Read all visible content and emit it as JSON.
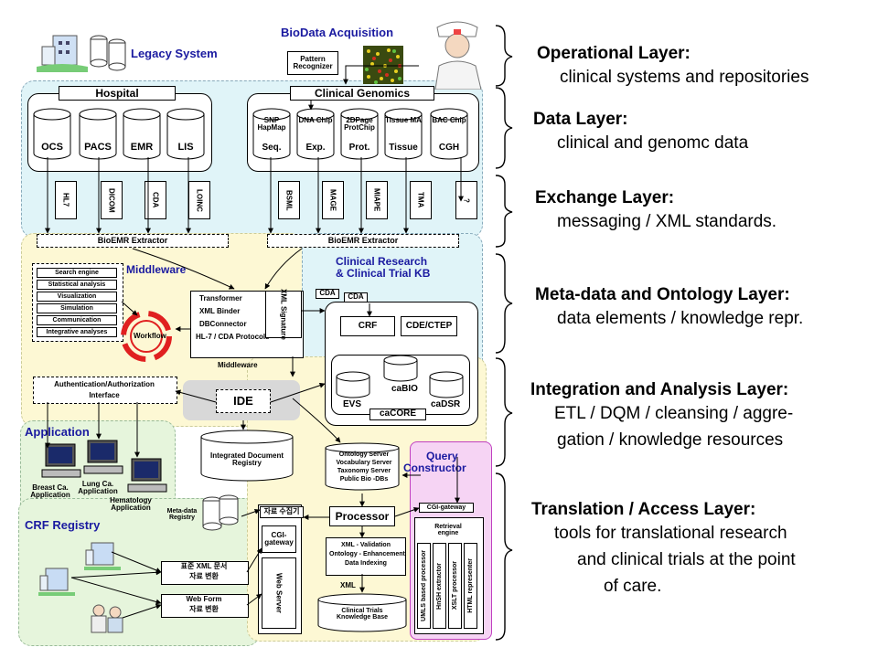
{
  "top": {
    "legacy_system": "Legacy System",
    "biodata_acquisition": "BioData Acquisition",
    "pattern_recognizer": "Pattern Recognizer"
  },
  "hospital": {
    "title": "Hospital",
    "dbs": [
      "OCS",
      "PACS",
      "EMR",
      "LIS"
    ]
  },
  "genomics": {
    "title": "Clinical  Genomics",
    "dbs": [
      {
        "top": "SNP HapMap",
        "bottom": "Seq."
      },
      {
        "top": "DNA Chip",
        "bottom": "Exp."
      },
      {
        "top": "2DPage ProtChip",
        "bottom": "Prot."
      },
      {
        "top": "Tissue MA",
        "bottom": "Tissue"
      },
      {
        "top": "BAC Chip",
        "bottom": "CGH"
      }
    ]
  },
  "exchange": [
    "HL7",
    "DICOM",
    "CDA",
    "LOINC",
    "BSML",
    "MAGE",
    "MIAPE",
    "TMA",
    "?"
  ],
  "extractor": [
    "BioEMR  Extractor",
    "BioEMR  Extractor"
  ],
  "middleware": {
    "title": "Middleware",
    "tools": [
      "Search engine",
      "Statistical analysis",
      "Visualization",
      "Simulation",
      "Communication",
      "Integrative analyses"
    ],
    "workflow": "Workflow",
    "components": [
      "Transformer",
      "XML Binder",
      "DBConnector",
      "HL-7 / CDA Protocols"
    ],
    "xml_signature": "XML Signature",
    "footer": "Middleware",
    "auth": [
      "Authentication/Authorization",
      "Interface"
    ]
  },
  "kb": {
    "title_line1": "Clinical Research",
    "title_line2": "& Clinical Trial KB",
    "cda1": "CDA",
    "cda2": "CDA",
    "crf": "CRF",
    "cde": "CDE/CTEP",
    "cabio": "caBIO",
    "evs": "EVS",
    "cadsr": "caDSR",
    "cacore": "caCORE"
  },
  "ide": "IDE",
  "integrated_registry": "Integrated Document Registry",
  "ontology": [
    "Ontology Server",
    "Vocabulary Server",
    "Taxonomy Server",
    "Public Bio -DBs"
  ],
  "query_constructor": "Query Constructor",
  "application": {
    "title": "Application",
    "items": [
      "Breast Ca. Application",
      "Lung Ca. Application",
      "Hematology Application"
    ]
  },
  "crf_registry": {
    "title": "CRF Registry",
    "metadata_registry": "Meta-data Registry",
    "std_xml": [
      "표준 XML 문서",
      "자료 변환"
    ],
    "web_form": [
      "Web Form",
      "자료 변환"
    ]
  },
  "access": {
    "collector": "자료 수집기",
    "cgi1": "CGI-gateway",
    "web_server": "Web Server",
    "processor": "Processor",
    "validation": [
      "XML - Validation",
      "Ontology  - Enhancement",
      "Data Indexing"
    ],
    "xml": "XML",
    "clinical_kb": "Clinical Trials Knowledge Base",
    "cgi2": "CGI-gateway",
    "retrieval": "Retrieval engine",
    "processors": [
      "UMLS based processor",
      "HnSH extractor",
      "XSLT processor",
      "HTML representer"
    ]
  },
  "layers": [
    {
      "title": "Operational Layer",
      "desc": [
        "clinical systems and repositories"
      ]
    },
    {
      "title": "Data Layer",
      "desc": [
        "clinical and genomc data"
      ]
    },
    {
      "title": "Exchange Layer",
      "desc": [
        "messaging / XML standards."
      ]
    },
    {
      "title": "Meta-data and Ontology Layer",
      "desc": [
        "data elements / knowledge repr."
      ]
    },
    {
      "title": "Integration and Analysis Layer",
      "desc": [
        "ETL / DQM / cleansing / aggre-",
        "gation / knowledge resources"
      ]
    },
    {
      "title": "Translation / Access Layer",
      "desc": [
        "tools for translational research",
        "and clinical trials at the point",
        "of care."
      ]
    }
  ],
  "colors": {
    "data_bg": "#e0f4f8",
    "middleware_bg": "#fdf8d4",
    "application_bg": "#e6f5dc",
    "query_bg": "#f6d4f4",
    "query_border": "#c040c0",
    "ide_bg": "#d8d8d8",
    "title_blue": "#1a1aa0"
  }
}
